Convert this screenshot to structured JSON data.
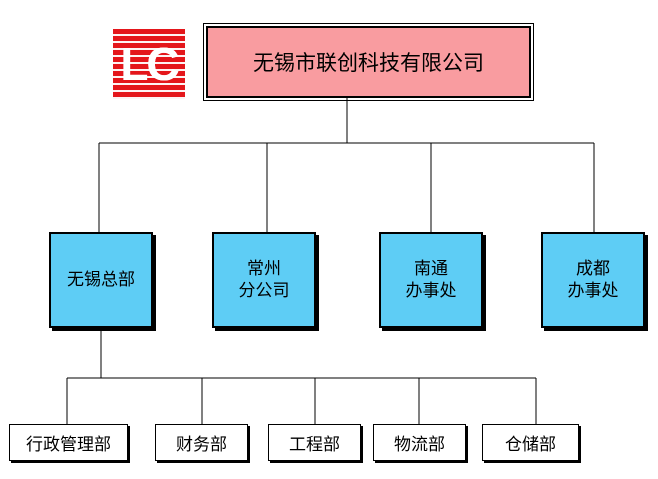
{
  "logo": {
    "text": "LC",
    "color": "#e4161b"
  },
  "company": {
    "name": "无锡市联创科技有限公司",
    "color": "#f99ca0"
  },
  "branches": [
    {
      "label": "无锡总部"
    },
    {
      "label": "常州\n分公司"
    },
    {
      "label": "南通\n办事处"
    },
    {
      "label": "成都\n办事处"
    }
  ],
  "branch_color": "#5ecdf5",
  "departments": [
    {
      "label": "行政管理部"
    },
    {
      "label": "财务部"
    },
    {
      "label": "工程部"
    },
    {
      "label": "物流部"
    },
    {
      "label": "仓储部"
    }
  ]
}
